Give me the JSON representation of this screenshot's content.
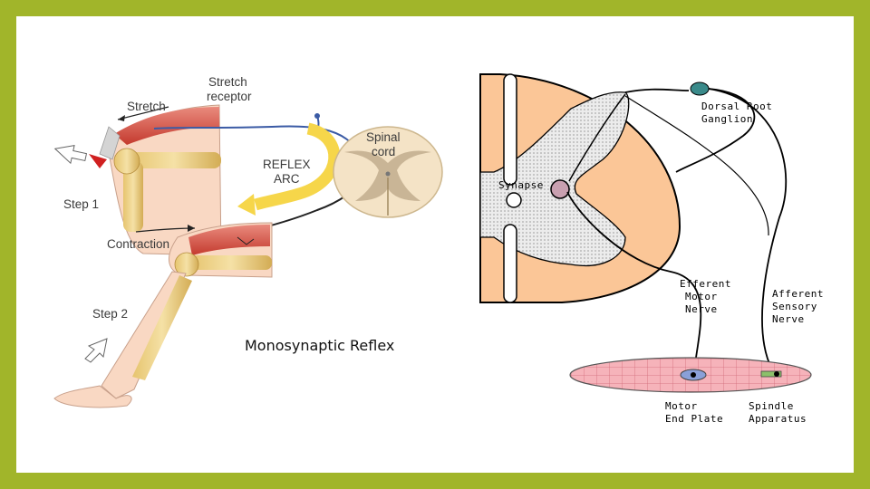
{
  "slide": {
    "caption": "Monosynaptic Reflex",
    "colors": {
      "frame": "#a1b52a",
      "background": "#ffffff"
    }
  },
  "left_diagram": {
    "labels": {
      "stretch": "Stretch",
      "stretch_receptor_1": "Stretch",
      "stretch_receptor_2": "receptor",
      "spinal_cord_1": "Spinal",
      "spinal_cord_2": "cord",
      "reflex_arc_1": "REFLEX",
      "reflex_arc_2": "ARC",
      "step1": "Step 1",
      "contraction": "Contraction",
      "step2": "Step 2"
    }
  },
  "right_diagram": {
    "labels": {
      "dorsal_root_1": "Dorsal Root",
      "dorsal_root_2": "Ganglion",
      "synapse": "Synapse",
      "efferent_1": "Efferent",
      "efferent_2": "Motor",
      "efferent_3": "Nerve",
      "afferent_1": "Afferent",
      "afferent_2": "Sensory",
      "afferent_3": "Nerve",
      "motor_end_1": "Motor",
      "motor_end_2": "End Plate",
      "spindle_1": "Spindle",
      "spindle_2": "Apparatus"
    },
    "colors": {
      "cord": "#fbc697",
      "grey_matter": "#e9e9e9",
      "muscle": "#f7b1b9",
      "synapse": "#c9a0b0"
    }
  }
}
